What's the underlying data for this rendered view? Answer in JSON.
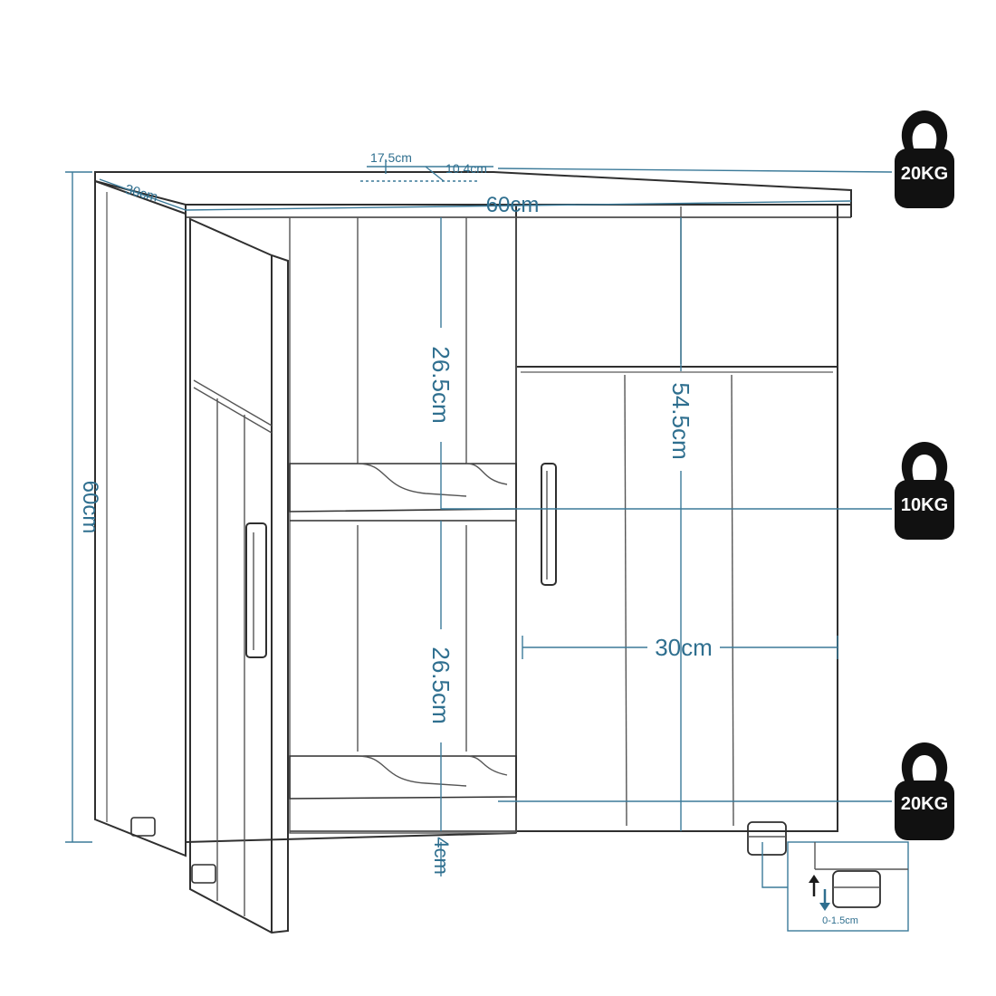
{
  "dimensions": {
    "depth": "30cm",
    "width": "60cm",
    "height": "60cm",
    "hole_offset": "17.5cm",
    "hole_width": "10.4cm",
    "shelf_upper": "26.5cm",
    "shelf_lower": "26.5cm",
    "right_height": "54.5cm",
    "right_width": "30cm",
    "foot_height": "4cm",
    "foot_adjust": "0-1.5cm"
  },
  "loads": {
    "top": "20KG",
    "shelf": "10KG",
    "bottom": "20KG"
  },
  "colors": {
    "dimension_text": "#2f6f8f",
    "weight_fill": "#111111",
    "line": "#2f2f2f"
  },
  "icons": {
    "weight": "kettlebell-icon",
    "adjust": "up-down-arrow-icon"
  }
}
